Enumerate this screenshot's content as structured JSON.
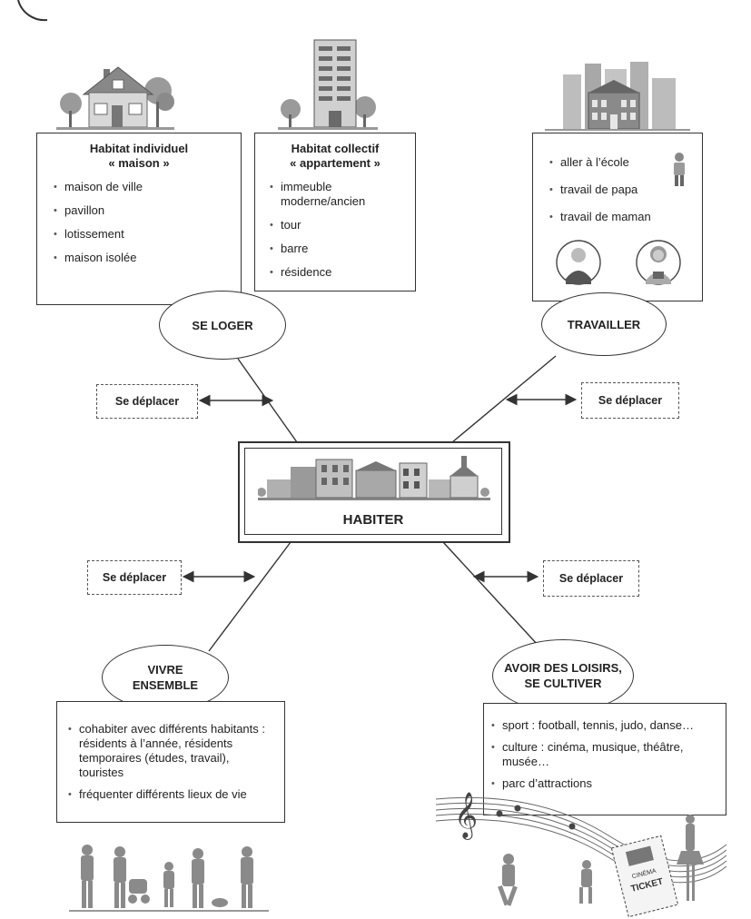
{
  "center": {
    "label": "HABITER"
  },
  "nodes": {
    "se_loger": "SE LOGER",
    "travailler": "TRAVAILLER",
    "vivre": [
      "VIVRE",
      "ENSEMBLE"
    ],
    "loisirs": [
      "AVOIR DES LOISIRS,",
      "SE CULTIVER"
    ]
  },
  "se_deplacer": "Se déplacer",
  "boxes": {
    "individuel": {
      "title": [
        "Habitat individuel",
        "« maison »"
      ],
      "items": [
        "maison de ville",
        "pavillon",
        "lotissement",
        "maison isolée"
      ]
    },
    "collectif": {
      "title": [
        "Habitat collectif",
        "« appartement »"
      ],
      "items": [
        "immeuble moderne/ancien",
        "tour",
        "barre",
        "résidence"
      ]
    },
    "travail": {
      "items": [
        "aller à l’école",
        "travail de papa",
        "travail de maman"
      ]
    },
    "ensemble": {
      "items": [
        "cohabiter avec différents habitants : résidents à l’année, résidents temporaires (études, travail), touristes",
        "fréquenter différents lieux de vie"
      ]
    },
    "loisirs": {
      "items": [
        "sport : football, tennis, judo, danse…",
        "culture : cinéma, musique, théâtre, musée…",
        "parc d’attractions"
      ]
    }
  },
  "ticket": {
    "line1": "CINÉMA",
    "line2": "TICKET"
  },
  "illustrations": [
    "house-illustration",
    "apartment-building-illustration",
    "city-illustration",
    "town-illustration",
    "child-icon",
    "man-avatar-icon",
    "woman-avatar-icon",
    "pedestrians-illustration",
    "music-staff-illustration"
  ],
  "colors": {
    "line": "#333333",
    "illustration": "#8a8a8a",
    "illustration_dark": "#5a5a5a"
  }
}
